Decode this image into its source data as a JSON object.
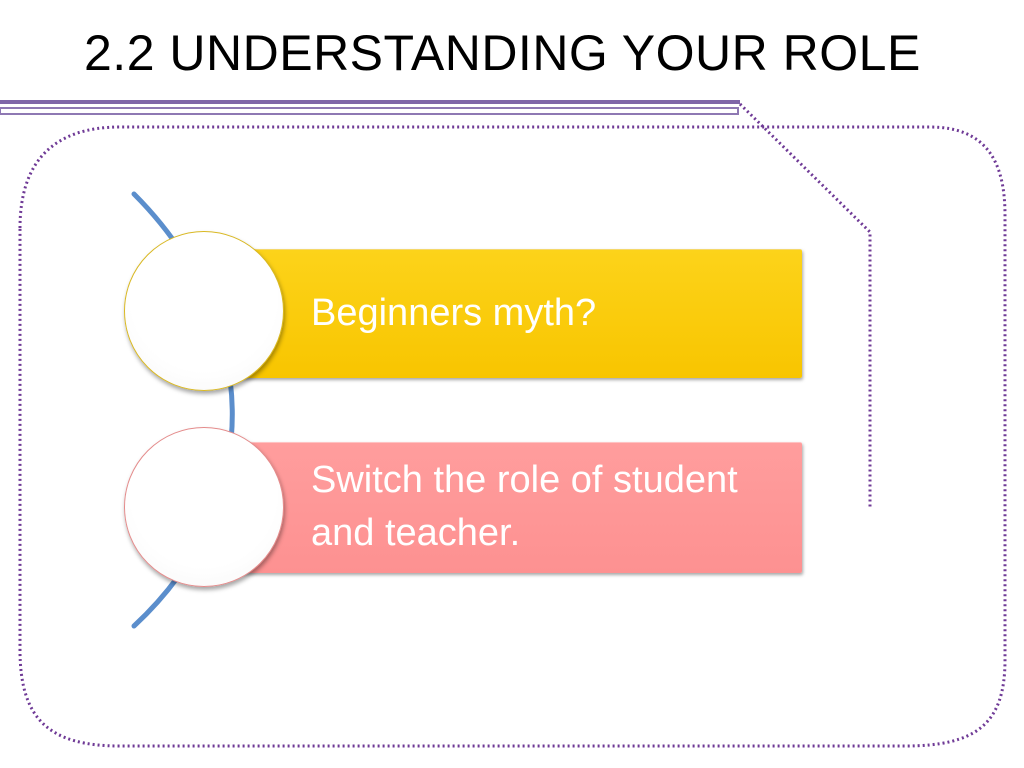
{
  "slide": {
    "title": "2.2  UNDERSTANDING YOUR ROLE",
    "items": [
      {
        "label": "Beginners myth?",
        "color": "#FCCB0A",
        "circle_border": "#D9B822"
      },
      {
        "label": "Switch the role of student and teacher.",
        "color": "#FE9898",
        "circle_border": "#E48B8B"
      }
    ],
    "colors": {
      "title_underline": "#7F66A8",
      "frame_dots": "#6F3A96",
      "arc": "#5B8ECC"
    }
  }
}
